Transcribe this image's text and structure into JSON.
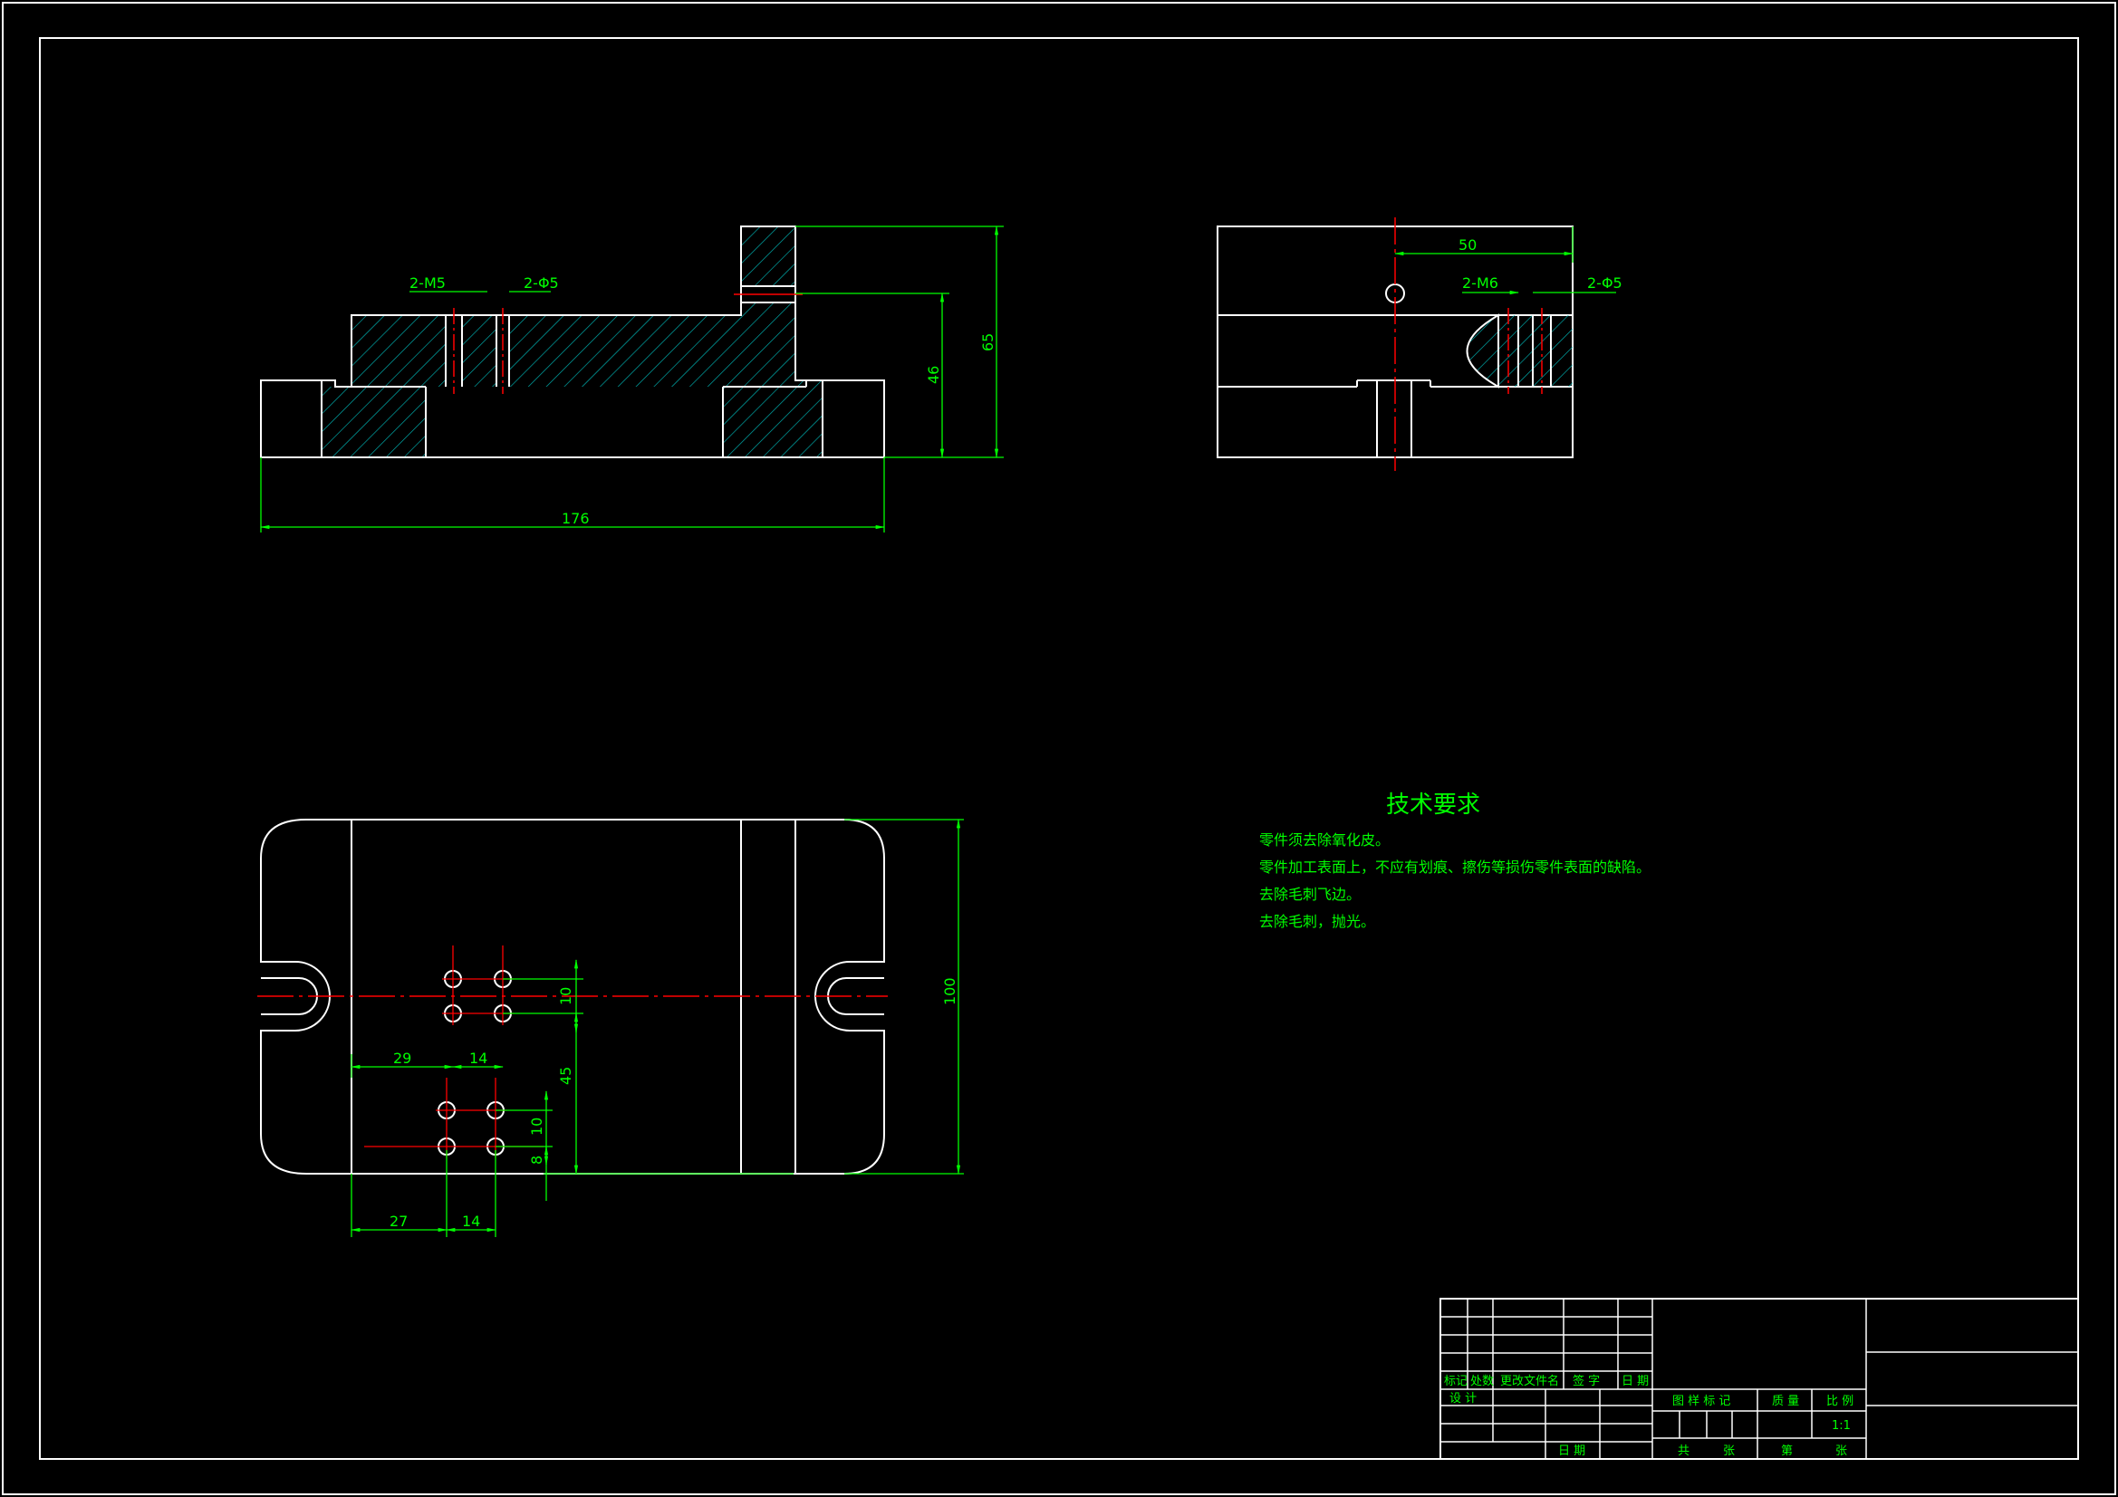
{
  "colors": {
    "background": "#000000",
    "outline": "#ffffff",
    "dimension": "#00ff00",
    "centerline": "#ff0000",
    "hatch": "#00b5b5"
  },
  "front_view": {
    "callouts": {
      "thread": "2-M5",
      "hole": "2-Φ5"
    },
    "dims": {
      "overall_length": "176",
      "height_inner": "46",
      "height_total": "65"
    }
  },
  "side_view": {
    "callouts": {
      "thread": "2-M6",
      "hole": "2-Φ5"
    },
    "dims": {
      "center_offset": "50"
    }
  },
  "top_view": {
    "dims": {
      "width": "100",
      "upper_pitch_y": "10",
      "upper_offset_x": "29",
      "upper_pitch_x": "14",
      "hole_group_distance": "45",
      "lower_pitch_y": "10",
      "lower_edge": "8",
      "lower_offset_x": "27",
      "lower_pitch_x": "14"
    }
  },
  "technical_requirements": {
    "title": "技术要求",
    "items": [
      "零件须去除氧化皮。",
      "零件加工表面上，不应有划痕、擦伤等损伤零件表面的缺陷。",
      "去除毛刺飞边。",
      "去除毛刺，抛光。"
    ]
  },
  "title_block": {
    "rev_headers": [
      "标记",
      "处数",
      "更改文件名",
      "签 字",
      "日 期"
    ],
    "design": "设 计",
    "date": "日 期",
    "stage_mark": "图 样 标 记",
    "weight": "质 量",
    "scale_label": "比 例",
    "scale_value": "1:1",
    "sheets_total": "共",
    "sheets_unit1": "张",
    "sheet_no": "第",
    "sheets_unit2": "张"
  }
}
